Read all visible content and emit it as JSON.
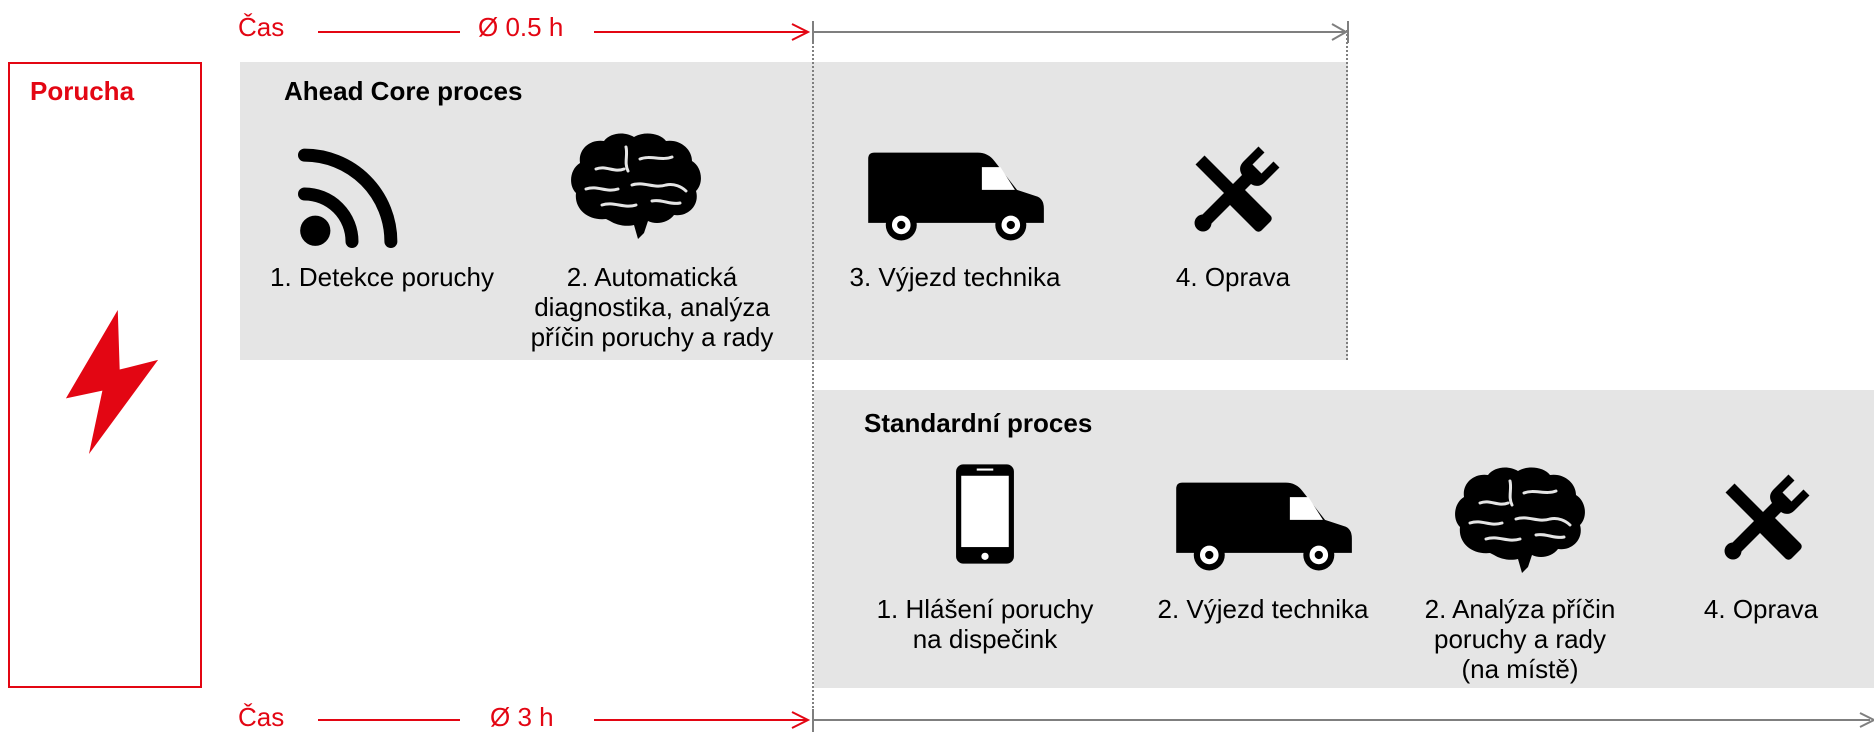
{
  "colors": {
    "accent_red": "#e30613",
    "panel_gray": "#e5e5e5",
    "timeline_gray": "#7f7f7f",
    "icon_black": "#000000"
  },
  "left_panel": {
    "title": "Porucha",
    "icon": "lightning-bolt-icon"
  },
  "timeline_top": {
    "label": "Čas",
    "duration": "Ø 0.5 h"
  },
  "timeline_bottom": {
    "label": "Čas",
    "duration": "Ø 3 h"
  },
  "ahead_process": {
    "title": "Ahead Core proces",
    "steps": [
      {
        "icon": "wifi-signal-icon",
        "label_lines": [
          "1. Detekce poruchy"
        ]
      },
      {
        "icon": "brain-icon",
        "label_lines": [
          "2. Automatická",
          "diagnostika, analýza",
          "příčin poruchy a rady"
        ]
      },
      {
        "icon": "van-icon",
        "label_lines": [
          "3. Výjezd technika"
        ]
      },
      {
        "icon": "tools-icon",
        "label_lines": [
          "4. Oprava"
        ]
      }
    ]
  },
  "standard_process": {
    "title": "Standardní proces",
    "steps": [
      {
        "icon": "smartphone-icon",
        "label_lines": [
          "1. Hlášení poruchy",
          "na dispečink"
        ]
      },
      {
        "icon": "van-icon",
        "label_lines": [
          "2. Výjezd technika"
        ]
      },
      {
        "icon": "brain-icon",
        "label_lines": [
          "2. Analýza příčin",
          "poruchy a rady",
          "(na místě)"
        ]
      },
      {
        "icon": "tools-icon",
        "label_lines": [
          "4. Oprava"
        ]
      }
    ]
  }
}
